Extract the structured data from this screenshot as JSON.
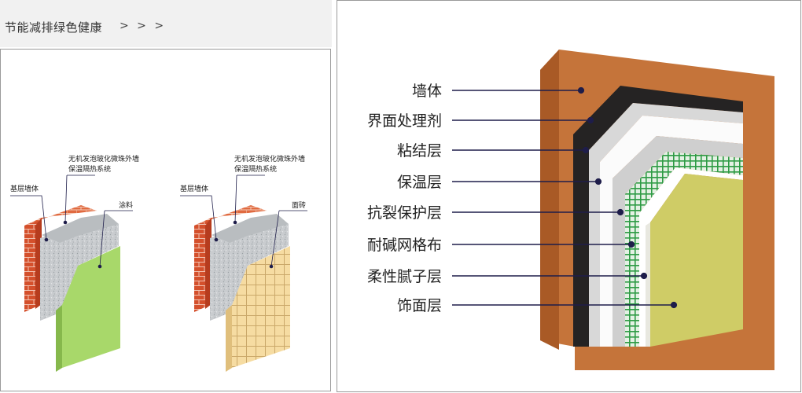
{
  "header": {
    "title": "节能减排绿色健康",
    "arrows": "> > >"
  },
  "left_diagrams": [
    {
      "base_wall_label": "基层墙体",
      "system_label_line1": "无机发泡玻化微珠外墙",
      "system_label_line2": "保温隔热系统",
      "finish_label": "涂料"
    },
    {
      "base_wall_label": "基层墙体",
      "system_label_line1": "无机发泡玻化微珠外墙",
      "system_label_line2": "保温隔热系统",
      "finish_label": "面砖"
    }
  ],
  "layers_diagram": {
    "labels": [
      "墙体",
      "界面处理剂",
      "粘结层",
      "保温层",
      "抗裂保护层",
      "耐碱网格布",
      "柔性腻子层",
      "饰面层"
    ]
  },
  "colors": {
    "brick": "#d4502c",
    "insulation": "#c9cccf",
    "paint_finish": "#a8d86a",
    "tile_finish": "#f6dca2",
    "wall_board": "#c5743a",
    "mesh": "#2e9b45",
    "finish_layer": "#cfcc66",
    "leader": "#1e1d4a"
  }
}
